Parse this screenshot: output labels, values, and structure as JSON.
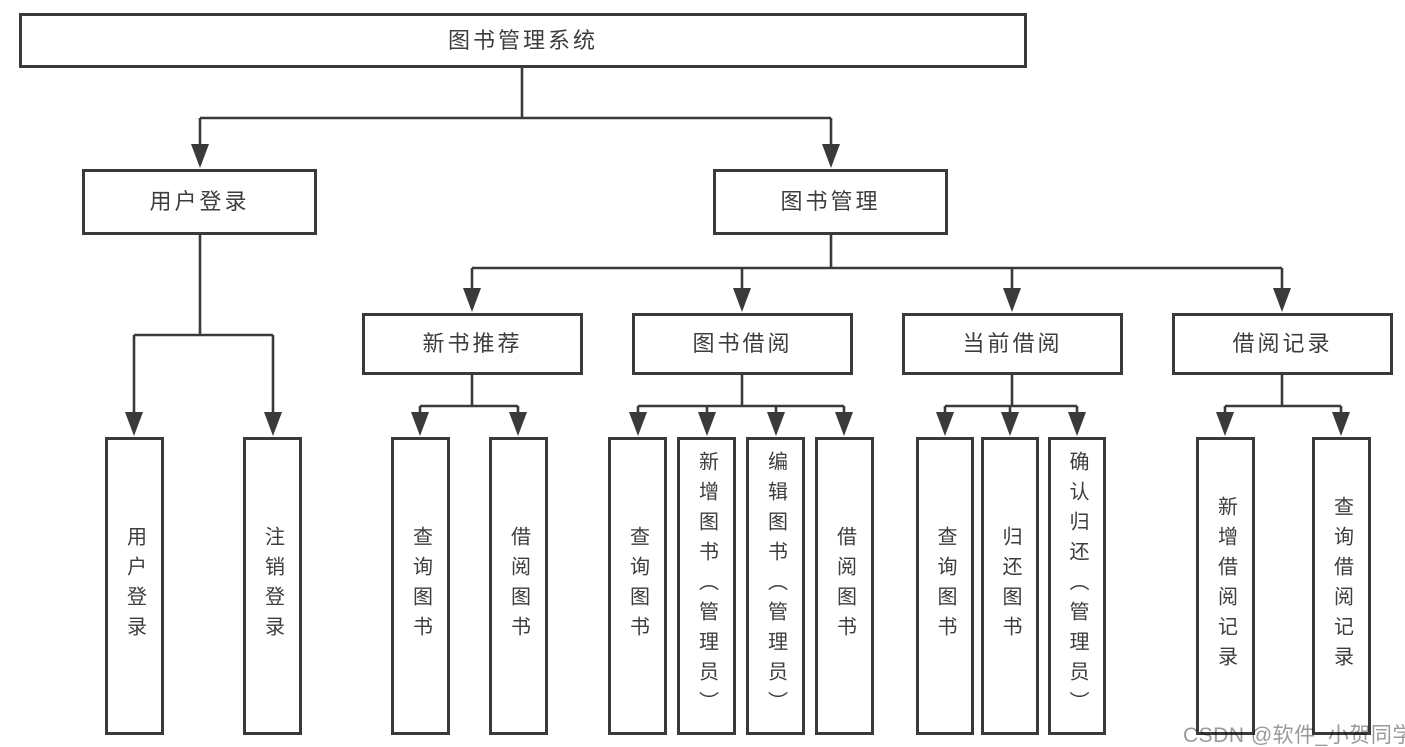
{
  "tree": {
    "label": "图书管理系统",
    "children": [
      {
        "label": "用户登录",
        "children": [
          {
            "label": "用户登录"
          },
          {
            "label": "注销登录"
          }
        ]
      },
      {
        "label": "图书管理",
        "children": [
          {
            "label": "新书推荐",
            "children": [
              {
                "label": "查询图书"
              },
              {
                "label": "借阅图书"
              }
            ]
          },
          {
            "label": "图书借阅",
            "children": [
              {
                "label": "查询图书"
              },
              {
                "label": "新增图书（管理员）"
              },
              {
                "label": "编辑图书（管理员）"
              },
              {
                "label": "借阅图书"
              }
            ]
          },
          {
            "label": "当前借阅",
            "children": [
              {
                "label": "查询图书"
              },
              {
                "label": "归还图书"
              },
              {
                "label": "确认归还（管理员）"
              }
            ]
          },
          {
            "label": "借阅记录",
            "children": [
              {
                "label": "新增借阅记录"
              },
              {
                "label": "查询借阅记录"
              }
            ]
          }
        ]
      }
    ]
  },
  "watermark": {
    "text": "CSDN @软件_小贺同学"
  },
  "colors": {
    "line": "#3a3a3a",
    "box_border": "#3a3a3a",
    "text": "#3d3d3d",
    "background": "#ffffff",
    "watermark": "#8f8f8f"
  }
}
